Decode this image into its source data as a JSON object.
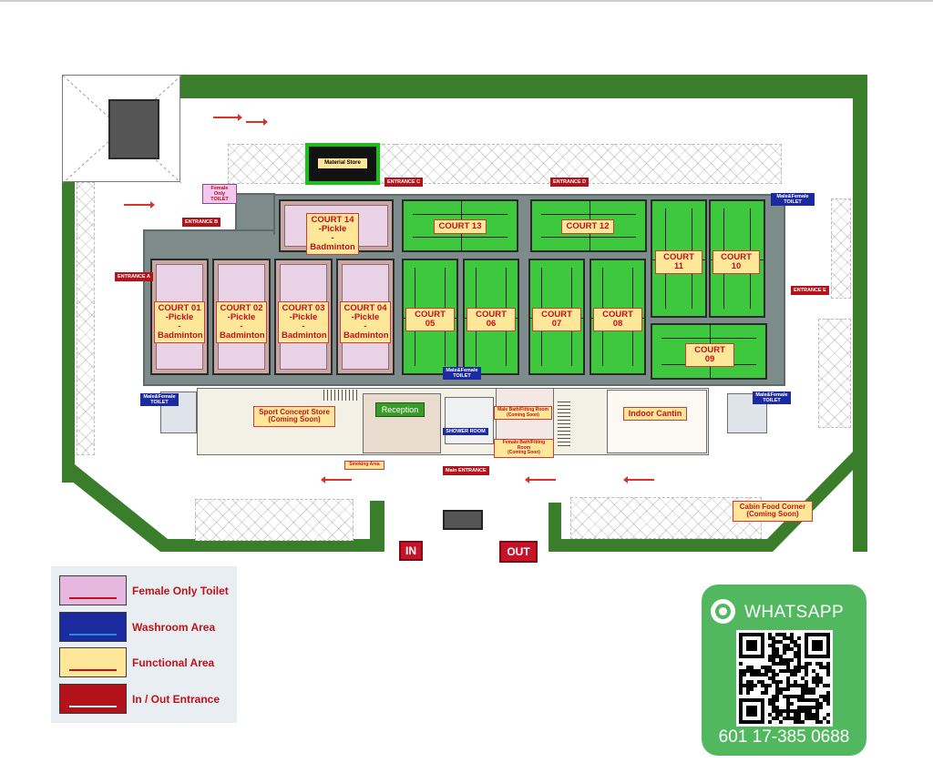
{
  "map": {
    "courts": [
      {
        "id": "c14",
        "label": "COURT 14\n-Pickle\n-Badminton",
        "kind": "pickle"
      },
      {
        "id": "c13",
        "label": "COURT 13",
        "kind": "green"
      },
      {
        "id": "c12",
        "label": "COURT 12",
        "kind": "green"
      },
      {
        "id": "c11",
        "label": "COURT 11",
        "kind": "green"
      },
      {
        "id": "c10",
        "label": "COURT 10",
        "kind": "green"
      },
      {
        "id": "c01",
        "label": "COURT 01\n-Pickle\n-Badminton",
        "kind": "pickle"
      },
      {
        "id": "c02",
        "label": "COURT 02\n-Pickle\n-Badminton",
        "kind": "pickle"
      },
      {
        "id": "c03",
        "label": "COURT 03\n-Pickle\n-Badminton",
        "kind": "pickle"
      },
      {
        "id": "c04",
        "label": "COURT 04\n-Pickle\n-Badminton",
        "kind": "pickle"
      },
      {
        "id": "c05",
        "label": "COURT 05",
        "kind": "green"
      },
      {
        "id": "c06",
        "label": "COURT 06",
        "kind": "green"
      },
      {
        "id": "c07",
        "label": "COURT 07",
        "kind": "green"
      },
      {
        "id": "c08",
        "label": "COURT 08",
        "kind": "green"
      },
      {
        "id": "c09",
        "label": "COURT 09",
        "kind": "green"
      }
    ],
    "entrances": {
      "a": "ENTRANCE A",
      "b": "ENTRANCE B",
      "c": "ENTRANCE C",
      "d": "ENTRANCE D",
      "e": "ENTRANCE E",
      "main": "Main ENTRANCE"
    },
    "toilets": {
      "female_only": "Female Only\nTOILET",
      "mf_top_right": "Male&Female\nTOILET",
      "mf_left": "Male&Female\nTOILET",
      "mf_center": "Male&Female\nTOILET",
      "mf_right": "Male&Female\nTOILET"
    },
    "facilities": {
      "material_store": "Material Store",
      "sport_store": "Sport Concept Store\n(Coming Soon)",
      "reception": "Reception",
      "shower_room": "SHOWER ROOM",
      "male_bath": "Male Bath/Fitting Room\n(Coming Soon)",
      "female_bath": "Female Bath/Fitting Room\n(Coming Soon)",
      "indoor_cantin": "Indoor Cantin",
      "smoking_area": "Smoking Area",
      "cabin_food": "Cabin Food Corner\n(Coming Soon)"
    },
    "gates": {
      "in": "IN",
      "out": "OUT"
    }
  },
  "legend": [
    {
      "label": "Female Only Toilet",
      "fill": "#e6b8e0",
      "line": "#c0121b"
    },
    {
      "label": "Washroom Area",
      "fill": "#1c2aa0",
      "line": "#2a8ad8"
    },
    {
      "label": "Functional Area",
      "fill": "#ffe79a",
      "line": "#c0121b"
    },
    {
      "label": "In / Out Entrance",
      "fill": "#b3121b",
      "line": "#ffffff"
    }
  ],
  "whatsapp": {
    "icon": "whatsapp-icon",
    "title": "WHATSAPP",
    "phone": "601 17-385 0688"
  },
  "colors": {
    "court_green": "#3ec83e",
    "landscape_green": "#3a7d2a",
    "hall_grey": "#7d8b8a",
    "accent_red": "#c0121b"
  }
}
